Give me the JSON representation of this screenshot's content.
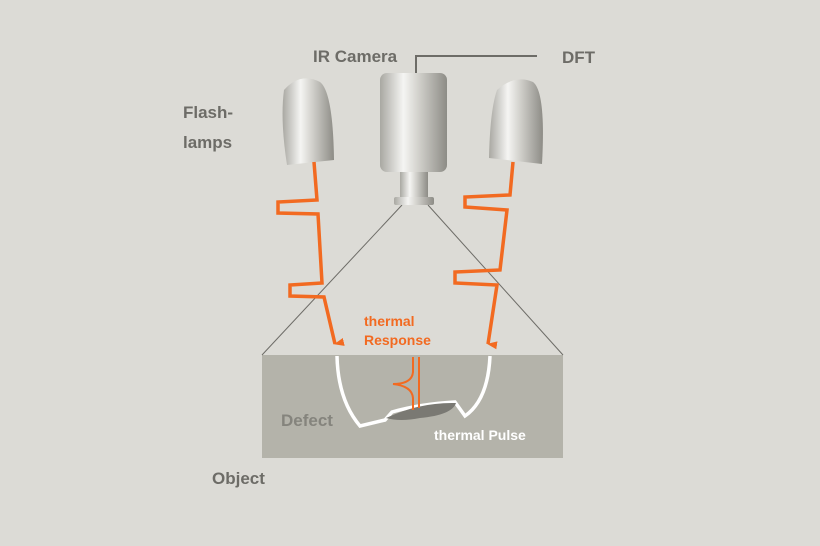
{
  "labels": {
    "ir_camera": "IR Camera",
    "dft": "DFT",
    "flashlamps_line1": "Flash-",
    "flashlamps_line2": "lamps",
    "thermal_response_line1": "thermal",
    "thermal_response_line2": "Response",
    "defect": "Defect",
    "thermal_pulse": "thermal Pulse",
    "object": "Object"
  },
  "colors": {
    "background": "#dcdbd6",
    "object": "#b4b3aa",
    "pulse": "#f26a21",
    "label": "#6d6c67"
  }
}
